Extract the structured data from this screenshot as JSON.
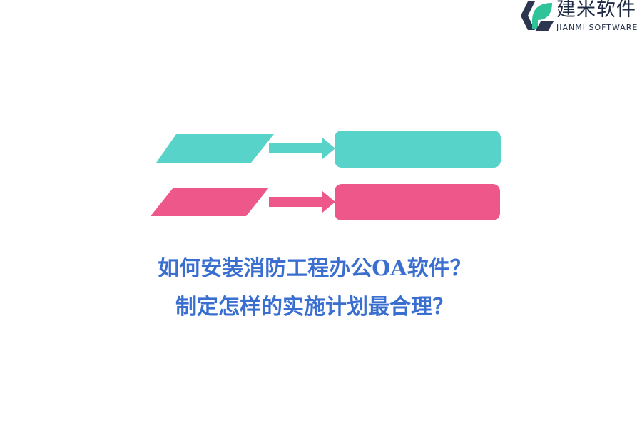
{
  "logo": {
    "title": "建米软件",
    "subtitle": "JIANMI SOFTWARE"
  },
  "colors": {
    "teal": "#57d3c9",
    "pink": "#ee5789",
    "caption": "#3a6fd0",
    "logo_dark": "#2d3650",
    "logo_green": "#2fc39a"
  },
  "caption": {
    "line1": "如何安装消防工程办公OA软件？",
    "line2": "制定怎样的实施计划最合理？"
  }
}
